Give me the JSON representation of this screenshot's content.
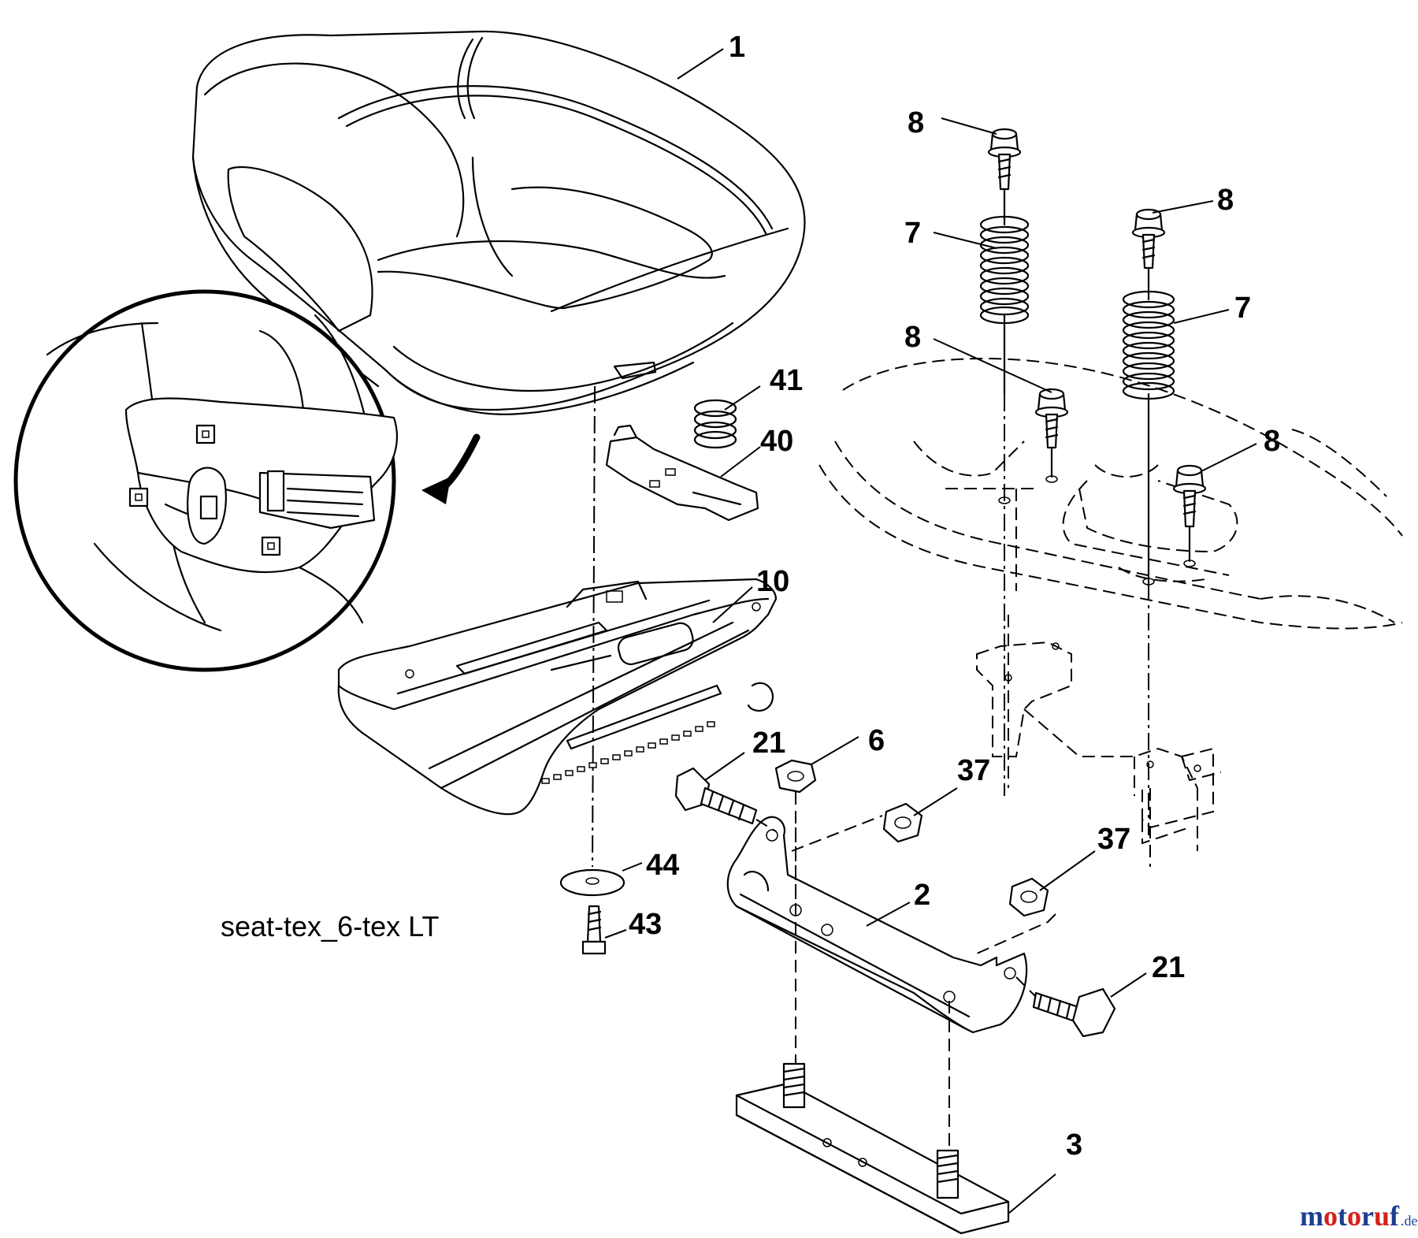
{
  "labels": {
    "seat": "1",
    "bracket": "2",
    "plate": "3",
    "locknut": "6",
    "spring_left": "7",
    "spring_right": "7",
    "bolt_a": "8",
    "bolt_b": "8",
    "bolt_c": "8",
    "bolt_d": "8",
    "seat_pan": "10",
    "shoulder_bolt_left": "21",
    "shoulder_bolt_right": "21",
    "nut_upper": "37",
    "nut_lower": "37",
    "clip": "40",
    "small_spring": "41",
    "screw": "43",
    "washer": "44"
  },
  "caption": "seat-tex_6-tex LT",
  "watermark": {
    "main": "motoruf",
    "suffix": ".de",
    "colors": {
      "m": "#1a3f8f",
      "o": "#d4211c",
      "t": "#1a3f8f",
      "o2": "#d4211c",
      "r": "#1a3f8f",
      "u": "#d4211c",
      "f": "#1a3f8f"
    }
  }
}
